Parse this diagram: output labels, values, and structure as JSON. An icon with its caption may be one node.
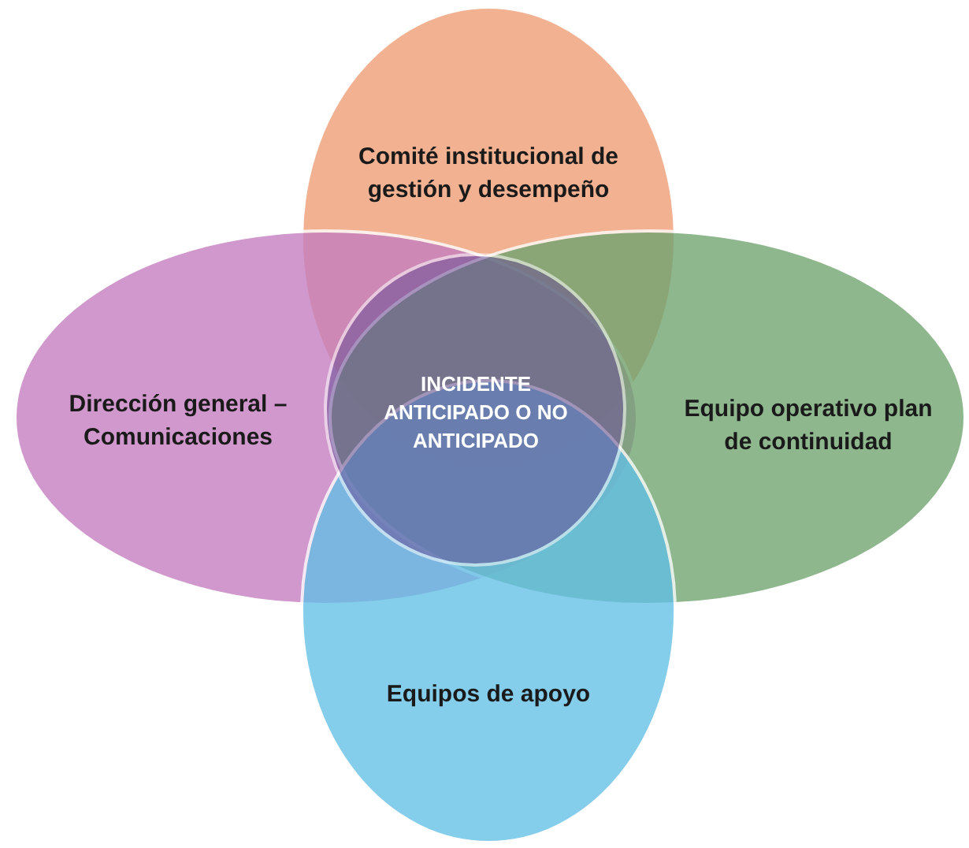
{
  "diagram": {
    "nodes": [
      {
        "text": [
          "Comité institucional de gestión y desempeño"
        ]
      },
      {
        "text": [
          "Dirección general – Comunicaciones"
        ]
      },
      {
        "text": [
          "Equipo operativo plan de continuidad"
        ]
      },
      {
        "text": [
          "Equipos de apoyo"
        ]
      },
      {
        "text": [
          "INCIDENTE ANTICIPADO O NO ANTICIPADO"
        ]
      }
    ],
    "edges": []
  }
}
